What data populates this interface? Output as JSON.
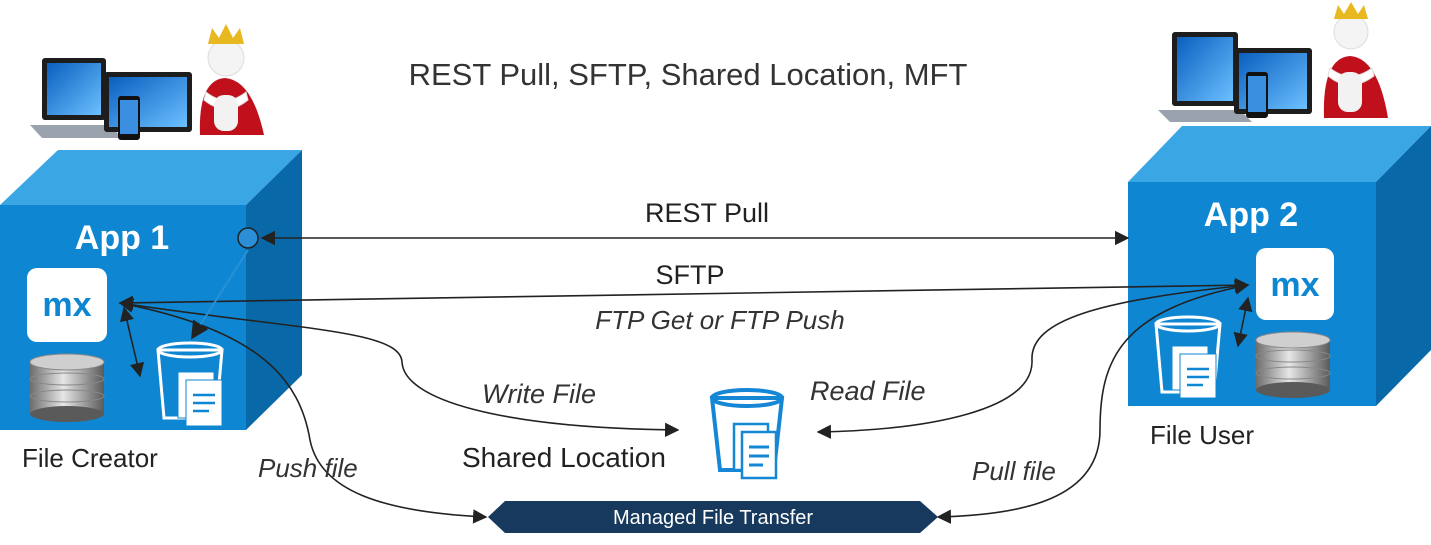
{
  "title": "REST Pull, SFTP, Shared Location, MFT",
  "app1": {
    "name": "App 1",
    "role": "File Creator",
    "logo": "mx"
  },
  "app2": {
    "name": "App 2",
    "role": "File User",
    "logo": "mx"
  },
  "connections": {
    "rest_pull": "REST Pull",
    "sftp": "SFTP",
    "ftp_note": "FTP Get or FTP Push",
    "write_file": "Write File",
    "read_file": "Read File",
    "push_file": "Push file",
    "pull_file": "Pull file"
  },
  "shared_location": "Shared Location",
  "mft": "Managed File Transfer",
  "colors": {
    "cube_front": "#0f86d1",
    "cube_top": "#3aa6e3",
    "cube_side": "#0868a8",
    "mft_banner": "#17395e",
    "text": "#333333"
  },
  "icons": [
    "laptop-devices-icon",
    "king-figure-icon",
    "mx-logo-icon",
    "database-icon",
    "file-bucket-icon"
  ]
}
